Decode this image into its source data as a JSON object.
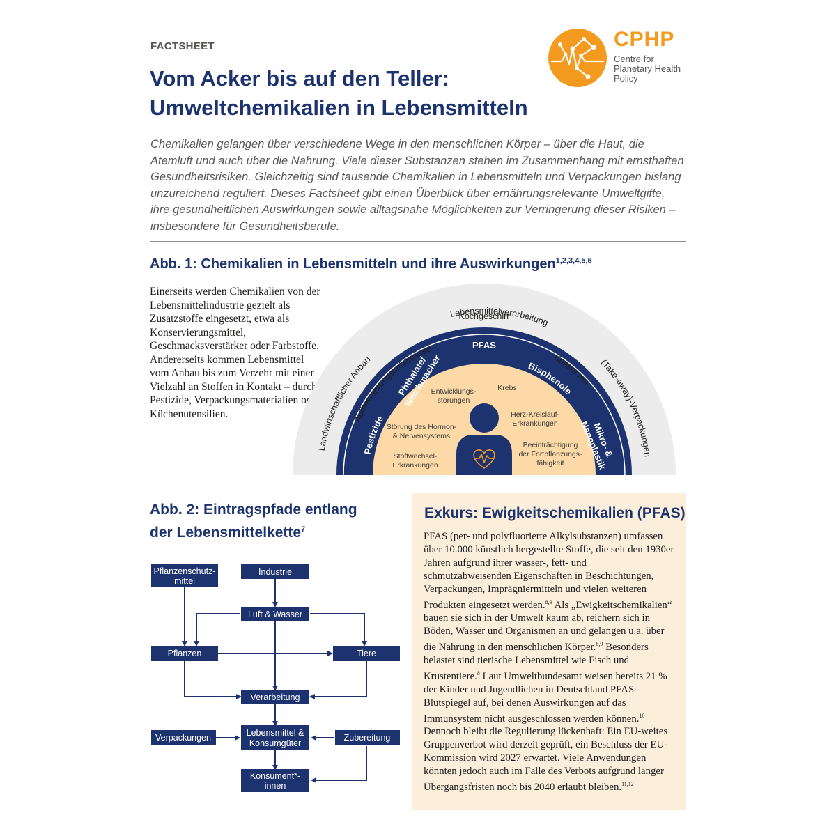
{
  "header": {
    "kicker": "FACTSHEET",
    "title_line1": "Vom Acker bis auf den Teller:",
    "title_line2": "Umweltchemikalien in Lebensmitteln"
  },
  "logo": {
    "name": "CPHP",
    "subtitle_line1": "Centre for",
    "subtitle_line2": "Planetary Health",
    "subtitle_line3": "Policy",
    "color": "#f39a1f"
  },
  "intro": "Chemikalien gelangen über verschiedene Wege in den menschlichen Körper – über die Haut, die Atemluft und auch über die Nahrung. Viele dieser Substanzen stehen im Zusammenhang mit ernsthaften Gesundheitsrisiken. Gleichzeitig sind tausende Chemikalien in Lebensmitteln und Verpackungen bislang unzureichend reguliert. Dieses Factsheet gibt einen Überblick über ernährungsrelevante Umweltgifte, ihre gesundheitlichen Auswirkungen sowie alltagsnahe Möglichkeiten zur Verringerung dieser Risiken – insbesondere für Gesundheitsberufe.",
  "fig1": {
    "heading": "Abb. 1: Chemikalien in Lebensmitteln und ihre Auswirkungen",
    "heading_refs": "1,2,3,4,5,6",
    "body": "Einerseits werden Chemikalien von der Lebensmittelindustrie gezielt als Zusatzstoffe eingesetzt, etwa als Konservierungsmittel, Geschmacksverstärker oder Farbstoffe. Andererseits kommen Lebensmittel vom Anbau bis zum Verzehr mit einer Vielzahl an Stoffen in Kontakt – durch Pestizide, Verpackungsmaterialien oder Küchenutensilien.",
    "outer_ring": [
      "Landwirtschaftlicher Anbau",
      "Aufbewahrungsbehältnisse",
      "Lebensmittelverarbeitung",
      "Kochgeschirr",
      "Konserven",
      "(Take-away)-Verpackungen"
    ],
    "middle_ring": [
      "Pestizide",
      "Phthalate/",
      "Weichmacher",
      "PFAS",
      "Bisphenole",
      "Mikro- &",
      "Nanoplastik"
    ],
    "effects": {
      "e1a": "Entwicklungs-",
      "e1b": "störungen",
      "e2": "Krebs",
      "e3a": "Herz-Kreislauf-",
      "e3b": "Erkrankungen",
      "e4a": "Störung des Hormon-",
      "e4b": "& Nervensystems",
      "e5a": "Beeinträchtigung",
      "e5b": "der Fortpflanzungs-",
      "e5c": "fähigkeit",
      "e6a": "Stoffwechsel-",
      "e6b": "Erkrankungen"
    },
    "colors": {
      "outer": "#ececec",
      "middle": "#1c3370",
      "inner": "#fcd9a6"
    }
  },
  "fig2": {
    "heading_line1": "Abb. 2: Eintragspfade entlang",
    "heading_line2": "der Lebensmittelkette",
    "heading_refs": "7",
    "nodes": {
      "pflanzenschutz_a": "Pflanzenschutz-",
      "pflanzenschutz_b": "mittel",
      "industrie": "Industrie",
      "luft": "Luft & Wasser",
      "pflanzen": "Pflanzen",
      "tiere": "Tiere",
      "verarbeitung": "Verarbeitung",
      "verpackungen": "Verpackungen",
      "lebensmittel_a": "Lebensmittel &",
      "lebensmittel_b": "Konsumgüter",
      "zubereitung": "Zubereitung",
      "konsument_a": "Konsument*-",
      "konsument_b": "innen"
    }
  },
  "exkurs": {
    "heading": "Exkurs: Ewigkeitschemikalien (PFAS)",
    "p1": "PFAS (per- und polyfluorierte Alkylsubstanzen) umfassen über 10.000 künstlich hergestellte Stoffe, die seit den 1930er Jahren aufgrund ihrer wasser-, fett- und schmutzabweisenden Eigenschaften in Beschichtungen, Verpackungen, Imprägniermitteln und vielen weiteren Produkten eingesetzt werden.",
    "r1": "8,9",
    "p2": " Als „Ewigkeitschemikalien“ bauen sie sich in der Umwelt kaum ab, reichern sich in Böden, Wasser und Organismen an und gelangen u.a. über die Nahrung in den menschlichen Körper.",
    "r2": "8,9",
    "p3": " Besonders belastet sind tierische Lebensmittel wie Fisch und Krustentiere.",
    "r3": "8",
    "p4": " Laut Umweltbundesamt weisen bereits 21 % der Kinder und Jugendlichen in Deutschland PFAS-Blutspiegel auf, bei denen Auswirkungen auf das Immunsystem nicht ausgeschlossen werden können.",
    "r4": "10",
    "p5": " Dennoch bleibt die Regulierung lückenhaft: Ein EU-weites Gruppenverbot wird derzeit geprüft, ein Beschluss der EU-Kommission wird 2027 erwartet. Viele Anwendungen könnten jedoch auch im Falle des Verbots aufgrund langer Übergangsfristen noch bis 2040 erlaubt bleiben.",
    "r5": "11,12"
  }
}
